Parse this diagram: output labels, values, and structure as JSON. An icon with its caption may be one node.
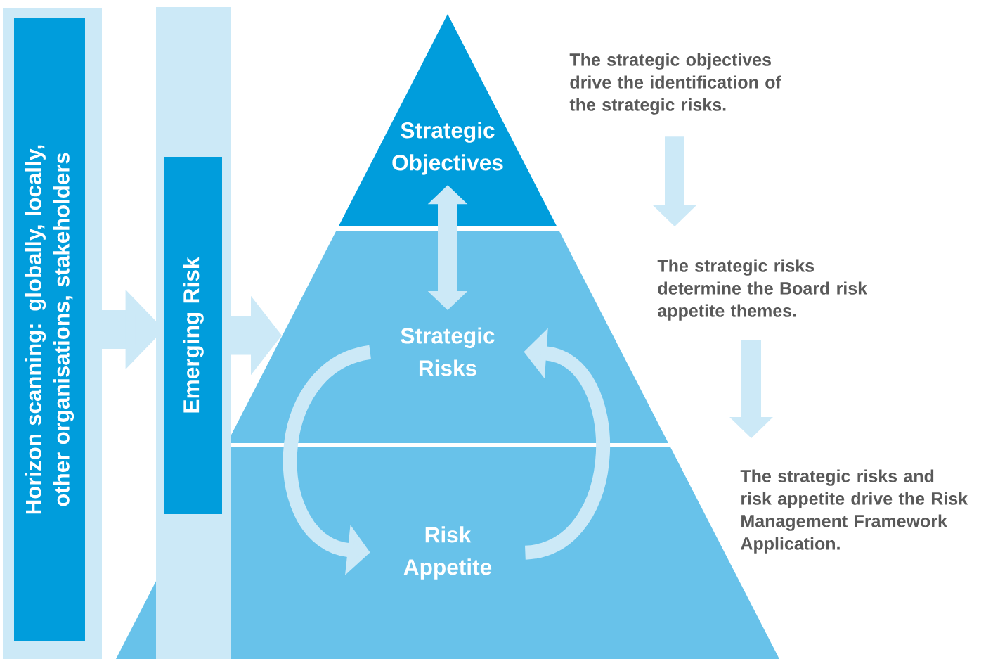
{
  "diagram": {
    "nodes": [
      {
        "text": [
          "Horizon scanning: globally, locally, other organisations, stakeholders"
        ]
      },
      {
        "text": [
          "Emerging Risk"
        ]
      },
      {
        "text": [
          "Strategic Objectives"
        ]
      },
      {
        "text": [
          "Strategic Risks"
        ]
      },
      {
        "text": [
          "Risk Appetite"
        ]
      },
      {
        "text": [
          "The strategic objectives drive the identification of the strategic risks."
        ]
      },
      {
        "text": [
          "The strategic risks determine the Board risk appetite themes."
        ]
      },
      {
        "text": [
          "The strategic risks and risk appetite drive the Risk Management Framework Application."
        ]
      }
    ],
    "edges": [
      {
        "from": 0,
        "to": 1,
        "arrow": "to",
        "style": "thick"
      },
      {
        "from": 1,
        "to": 3,
        "arrow": "to",
        "style": "thick"
      },
      {
        "from": 2,
        "to": 3,
        "arrow": "both"
      },
      {
        "from": 3,
        "to": 4,
        "arrow": "to"
      },
      {
        "from": 4,
        "to": 3,
        "arrow": "to"
      },
      {
        "from": 5,
        "to": 6,
        "arrow": "to"
      },
      {
        "from": 6,
        "to": 7,
        "arrow": "to"
      }
    ]
  }
}
